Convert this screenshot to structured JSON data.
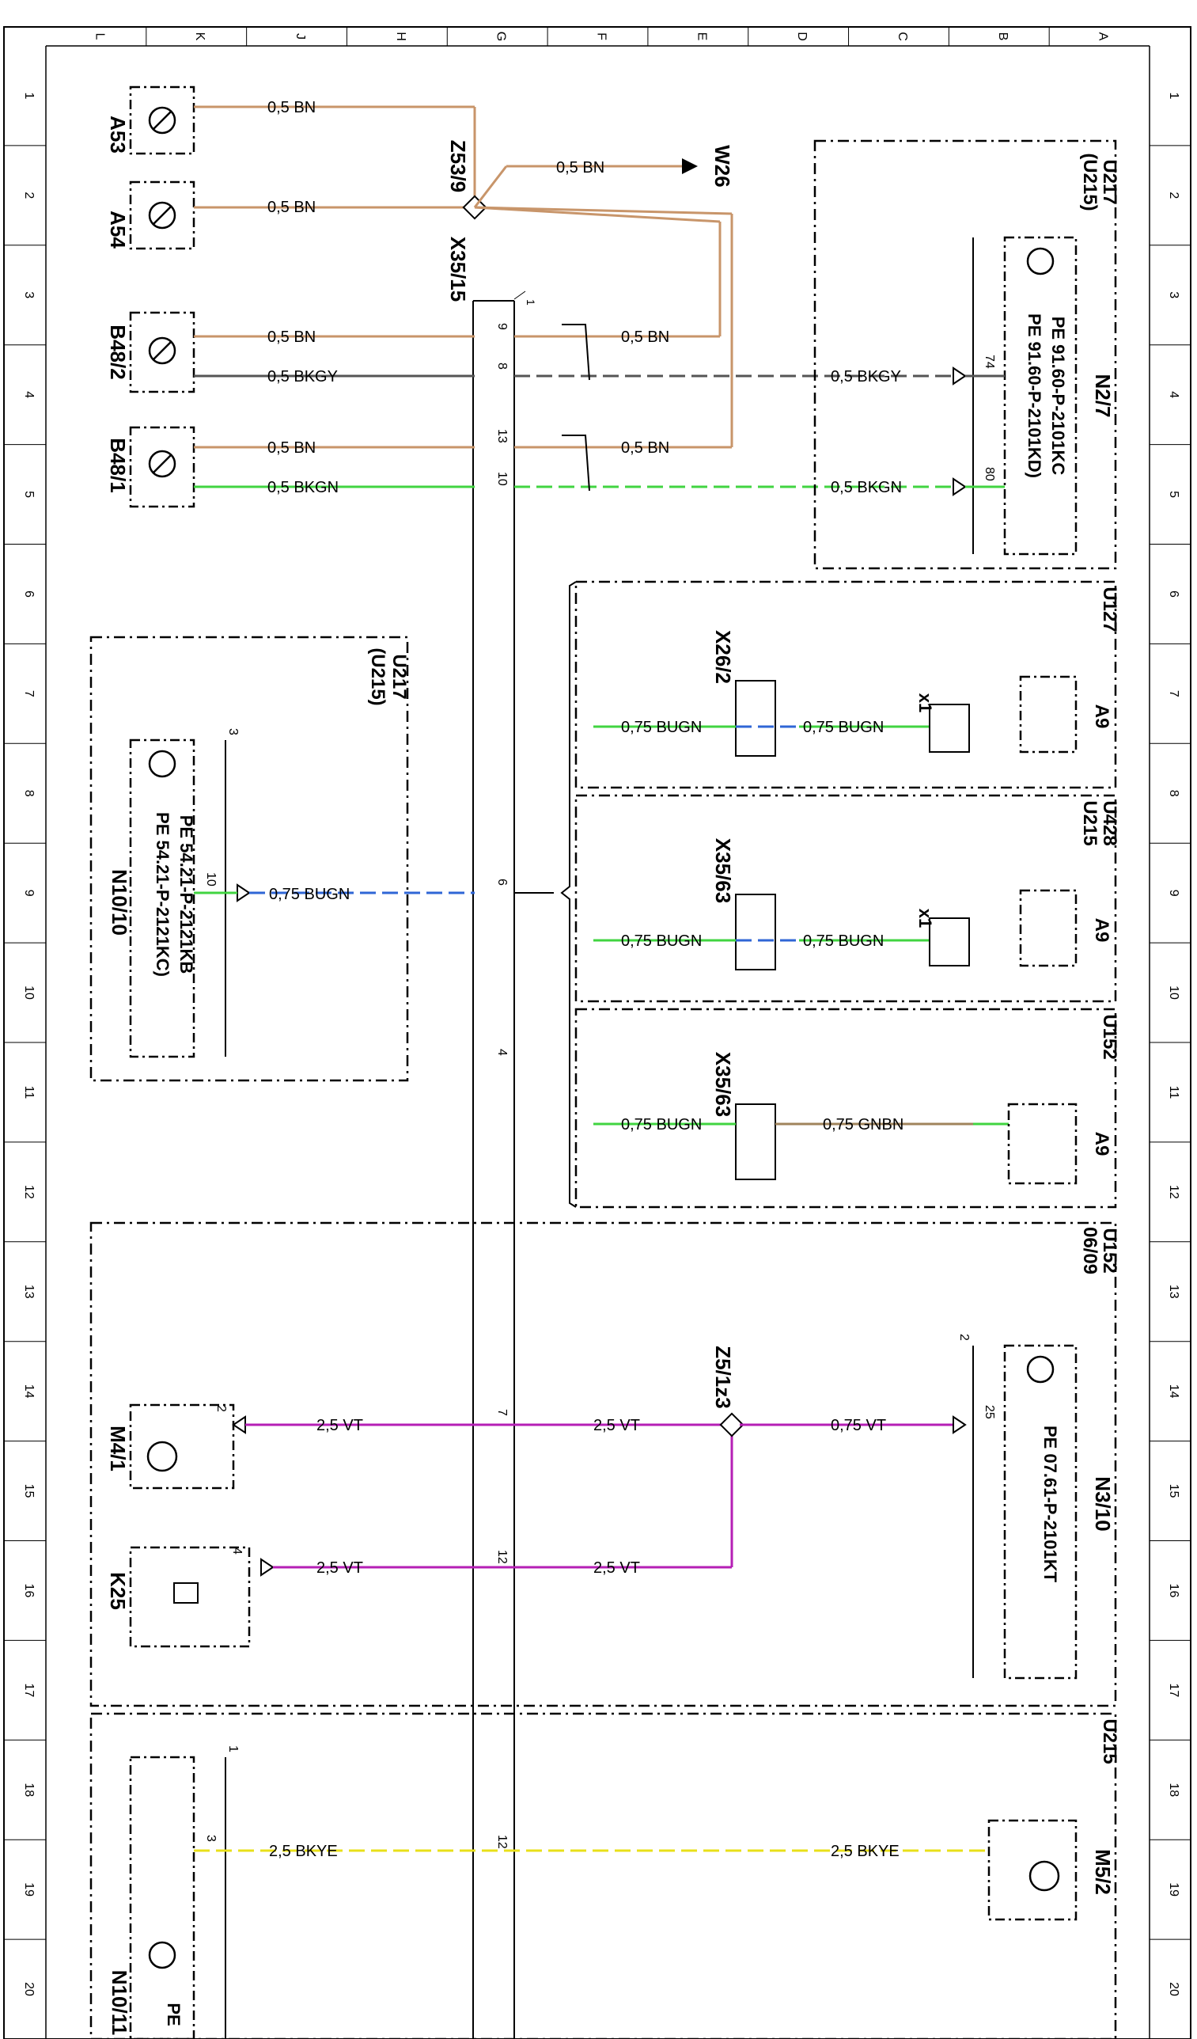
{
  "colors": {
    "BN": "#c8956a",
    "BKGY": "#555555",
    "BKGN": "#41d441",
    "BUGN": "#2f66d6",
    "GNBN": "#a0845c",
    "VT": "#b51fb5",
    "BKYE": "#e8e01a",
    "ink": "#000000"
  },
  "border": {
    "columns": [
      "L",
      "K",
      "J",
      "H",
      "G",
      "F",
      "E",
      "D",
      "C",
      "B",
      "A"
    ],
    "rows": [
      "1",
      "2",
      "3",
      "4",
      "5",
      "6",
      "7",
      "8",
      "9",
      "10",
      "11",
      "12",
      "13",
      "14",
      "15",
      "16",
      "17",
      "18",
      "19",
      "20"
    ]
  },
  "components": {
    "A53": "A53",
    "A54": "A54",
    "B48_2": "B48/2",
    "B48_1": "B48/1",
    "Z53_9": "Z53/9",
    "X35_15": "X35/15",
    "W26": "W26",
    "U217_a": "U217",
    "U215_a": "(U215)",
    "N2_7": "N2/7",
    "N2_7_pe1": "PE 91.60-P-2101KC",
    "N2_7_pe2": "PE 91.60-P-2101KD)",
    "U217_b": "U217",
    "U215_b": "(U215)",
    "N10_10": "N10/10",
    "N10_10_pe1": "PE 54.21-P-2121KB",
    "N10_10_pe2": "PE 54.21-P-2121KC)",
    "U127": "U127",
    "U428": "U428",
    "U215_c": "U215",
    "U152_a": "U152",
    "X26_2": "X26/2",
    "X35_63a": "X35/63",
    "X35_63b": "X35/63",
    "A9a": "A9",
    "A9b": "A9",
    "A9c": "A9",
    "x1a": "x1",
    "x1b": "x1",
    "U152_b": "U152",
    "U152_b_note": "06/09",
    "Z5_1z3": "Z5/1z3",
    "M4_1": "M4/1",
    "K25": "K25",
    "N3_10": "N3/10",
    "N3_10_pe": "PE 07.61-P-2101KT",
    "U215_d": "U215",
    "M5_2": "M5/2",
    "N10_11": "N10/11",
    "N10_11_pe": "PE"
  },
  "wires": {
    "bn05": "0,5 BN",
    "bkgy05": "0,5 BKGY",
    "bkgn05": "0,5 BKGN",
    "bugn075": "0,75 BUGN",
    "gnbn075": "0,75 GNBN",
    "vt25": "2,5 VT",
    "vt075": "0,75 VT",
    "bkye25": "2,5 BKYE"
  },
  "pins": {
    "p1": "1",
    "p2": "2",
    "p3": "3",
    "p4": "4",
    "p6": "6",
    "p7": "7",
    "p8": "8",
    "p9": "9",
    "p10": "10",
    "p12": "12",
    "p13": "13",
    "p25": "25",
    "p74": "74",
    "p80": "80"
  }
}
